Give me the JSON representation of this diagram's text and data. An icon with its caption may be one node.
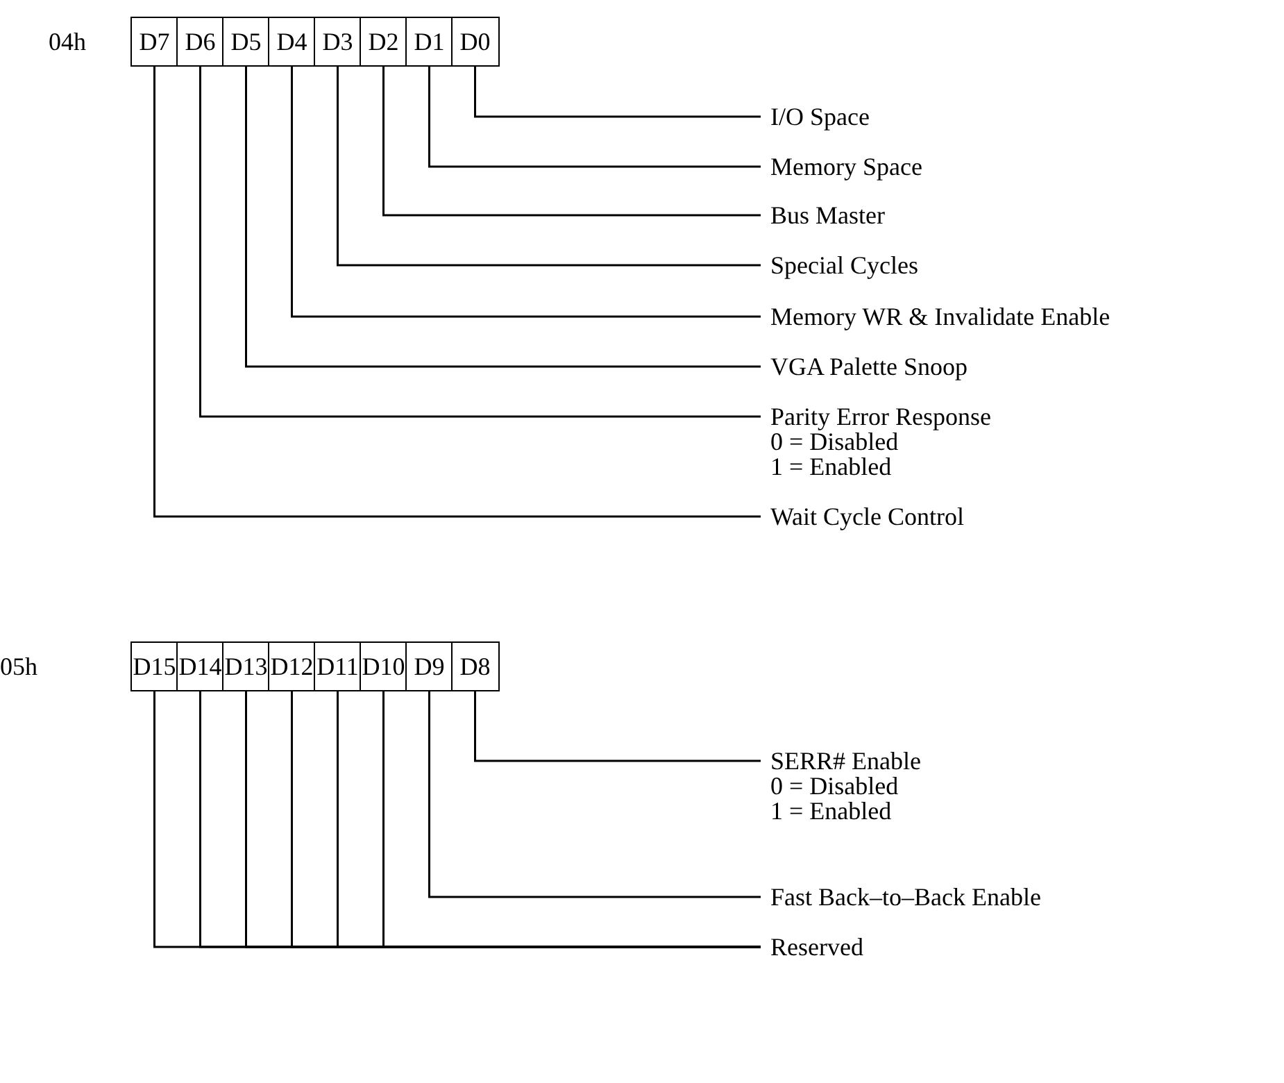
{
  "diagram": {
    "nodes": [
      {
        "text": [
          "D7"
        ]
      },
      {
        "text": [
          "D6"
        ]
      },
      {
        "text": [
          "D5"
        ]
      },
      {
        "text": [
          "D4"
        ]
      },
      {
        "text": [
          "D3"
        ]
      },
      {
        "text": [
          "D2"
        ]
      },
      {
        "text": [
          "D1"
        ]
      },
      {
        "text": [
          "D0"
        ]
      },
      {
        "text": [
          "I/O Space"
        ]
      },
      {
        "text": [
          "Memory Space"
        ]
      },
      {
        "text": [
          "Bus Master"
        ]
      },
      {
        "text": [
          "Special Cycles"
        ]
      },
      {
        "text": [
          "Memory WR & Invalidate Enable"
        ]
      },
      {
        "text": [
          "VGA Palette Snoop"
        ]
      },
      {
        "text": [
          "Parity Error Response",
          "0 = Disabled",
          "1 = Enabled"
        ]
      },
      {
        "text": [
          "Wait Cycle Control"
        ]
      },
      {
        "text": [
          "D15"
        ]
      },
      {
        "text": [
          "D14"
        ]
      },
      {
        "text": [
          "D13"
        ]
      },
      {
        "text": [
          "D12"
        ]
      },
      {
        "text": [
          "D11"
        ]
      },
      {
        "text": [
          "D10"
        ]
      },
      {
        "text": [
          "D9"
        ]
      },
      {
        "text": [
          "D8"
        ]
      },
      {
        "text": [
          "SERR# Enable",
          "0 = Disabled",
          "1 = Enabled"
        ]
      },
      {
        "text": [
          "Fast Back–to–Back Enable"
        ]
      },
      {
        "text": [
          "Reserved"
        ]
      }
    ],
    "edges": [
      {
        "from": 7,
        "to": 8,
        "arrow": "none"
      },
      {
        "from": 6,
        "to": 9,
        "arrow": "none"
      },
      {
        "from": 5,
        "to": 10,
        "arrow": "none"
      },
      {
        "from": 4,
        "to": 11,
        "arrow": "none"
      },
      {
        "from": 3,
        "to": 12,
        "arrow": "none"
      },
      {
        "from": 2,
        "to": 13,
        "arrow": "none"
      },
      {
        "from": 1,
        "to": 14,
        "arrow": "none"
      },
      {
        "from": 0,
        "to": 15,
        "arrow": "none"
      },
      {
        "from": 23,
        "to": 24,
        "arrow": "none"
      },
      {
        "from": 22,
        "to": 25,
        "arrow": "none"
      },
      {
        "from": 21,
        "to": 26,
        "arrow": "none"
      },
      {
        "from": 20,
        "to": 26,
        "arrow": "none"
      },
      {
        "from": 19,
        "to": 26,
        "arrow": "none"
      },
      {
        "from": 18,
        "to": 26,
        "arrow": "none"
      },
      {
        "from": 17,
        "to": 26,
        "arrow": "none"
      },
      {
        "from": 16,
        "to": 26,
        "arrow": "none"
      }
    ],
    "labels": [
      "04h",
      "05h"
    ]
  }
}
